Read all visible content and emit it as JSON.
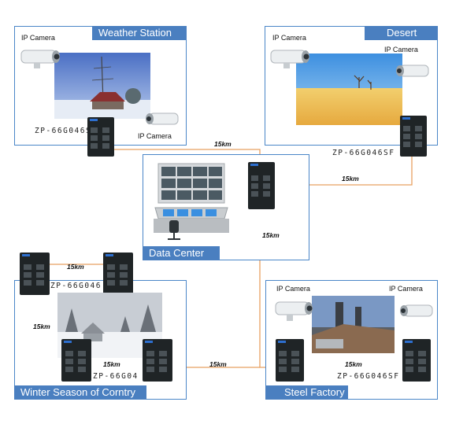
{
  "sites": {
    "weather_station": {
      "title": "Weather Station",
      "camera_label_1": "IP Camera",
      "camera_label_2": "IP Camera",
      "model": "ZP-66G046SF"
    },
    "desert": {
      "title": "Desert",
      "camera_label_1": "IP Camera",
      "camera_label_2": "IP Camera",
      "model": "ZP-66G046SF"
    },
    "data_center": {
      "title": "Data Center"
    },
    "winter": {
      "title": "Winter Season of Corntry",
      "model_top": "ZP-66G046",
      "model_bottom": "ZP-66G04"
    },
    "steel_factory": {
      "title": "Steel Factory",
      "camera_label_1": "IP Camera",
      "camera_label_2": "IP Camera",
      "model": "ZP-66G046SF"
    }
  },
  "links": {
    "weather_to_center": "15km",
    "desert_to_center": "15km",
    "center_down": "15km",
    "winter_top": "15km",
    "winter_left": "15km",
    "winter_bottom": "15km",
    "winter_to_center": "15km",
    "steel_link": "15km"
  },
  "colors": {
    "accent": "#4a7fc0",
    "panel_border": "#4a86c8",
    "fiber": "#e8a060"
  }
}
